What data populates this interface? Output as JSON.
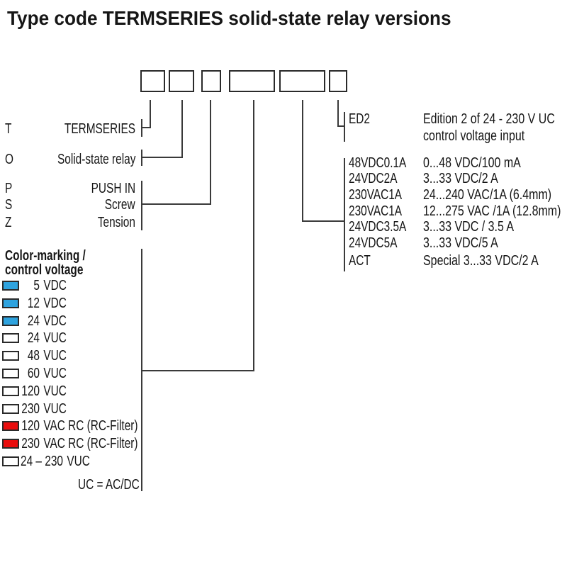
{
  "title": "Type code TERMSERIES solid-state relay versions",
  "type_rows": [
    {
      "code": "T",
      "label": "TERMSERIES"
    },
    {
      "code": "O",
      "label": "Solid-state relay"
    },
    {
      "code": "P",
      "label": "PUSH IN"
    },
    {
      "code": "S",
      "label": "Screw"
    },
    {
      "code": "Z",
      "label": "Tension"
    }
  ],
  "color_section": {
    "heading_line1": "Color-marking /",
    "heading_line2": "control voltage",
    "items": [
      {
        "swatch": "blue",
        "num": "5",
        "unit": "VDC"
      },
      {
        "swatch": "blue",
        "num": "12",
        "unit": "VDC"
      },
      {
        "swatch": "blue",
        "num": "24",
        "unit": "VDC"
      },
      {
        "swatch": "white",
        "num": "24",
        "unit": "VUC"
      },
      {
        "swatch": "white",
        "num": "48",
        "unit": "VUC"
      },
      {
        "swatch": "white",
        "num": "60",
        "unit": "VUC"
      },
      {
        "swatch": "white",
        "num": "120",
        "unit": "VUC"
      },
      {
        "swatch": "white",
        "num": "230",
        "unit": "VUC"
      },
      {
        "swatch": "red",
        "num": "120",
        "unit": "VAC RC (RC-Filter)"
      },
      {
        "swatch": "red",
        "num": "230",
        "unit": "VAC RC (RC-Filter)"
      },
      {
        "swatch": "white",
        "num": "24 – 230",
        "unit": "VUC"
      }
    ],
    "footnote": "UC = AC/DC",
    "swatch_colors": {
      "blue": "#2EA3DF",
      "red": "#E90D0D",
      "white": "#FFFFFF"
    }
  },
  "edition": {
    "code": "ED2",
    "description_line1": "Edition 2 of 24 - 230 V UC",
    "description_line2": "control voltage input"
  },
  "variants": [
    {
      "code": "48VDC0.1A",
      "description": "0...48 VDC/100 mA"
    },
    {
      "code": "24VDC2A",
      "description": "3...33 VDC/2 A"
    },
    {
      "code": "230VAC1A",
      "description": "24...240 VAC/1A (6.4mm)"
    },
    {
      "code": "230VAC1A",
      "description": "12...275 VAC /1A (12.8mm)"
    },
    {
      "code": "24VDC3.5A",
      "description": "3...33 VDC / 3.5 A"
    },
    {
      "code": "24VDC5A",
      "description": "3...33 VDC/5 A"
    },
    {
      "code": "ACT",
      "description": "Special 3...33 VDC/2 A"
    }
  ]
}
